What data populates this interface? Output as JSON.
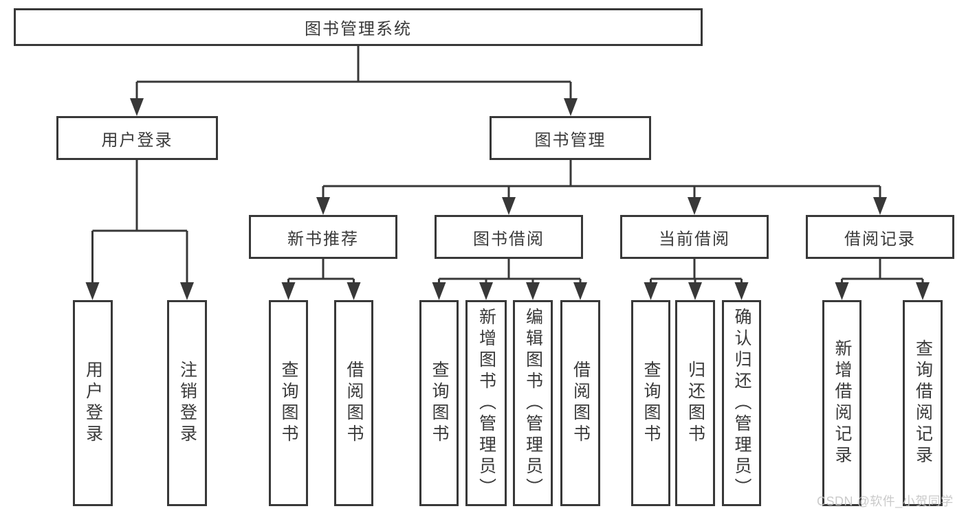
{
  "diagram": {
    "type": "hierarchy-tree",
    "title": "图书管理系统",
    "children": [
      {
        "label": "用户登录",
        "children": [
          {
            "label": "用户登录"
          },
          {
            "label": "注销登录"
          }
        ]
      },
      {
        "label": "图书管理",
        "children": [
          {
            "label": "新书推荐",
            "children": [
              {
                "label": "查询图书"
              },
              {
                "label": "借阅图书"
              }
            ]
          },
          {
            "label": "图书借阅",
            "children": [
              {
                "label": "查询图书"
              },
              {
                "label": "新增图书（管理员）"
              },
              {
                "label": "编辑图书（管理员）"
              },
              {
                "label": "借阅图书"
              }
            ]
          },
          {
            "label": "当前借阅",
            "children": [
              {
                "label": "查询图书"
              },
              {
                "label": "归还图书"
              },
              {
                "label": "确认归还（管理员）"
              }
            ]
          },
          {
            "label": "借阅记录",
            "children": [
              {
                "label": "新增借阅记录"
              },
              {
                "label": "查询借阅记录"
              }
            ]
          }
        ]
      }
    ],
    "colors": {
      "line": "#383838",
      "text": "#3a3a3a",
      "background": "#ffffff",
      "watermark": "#c5c5c5"
    }
  },
  "watermark": {
    "text": "CSDN @软件_小贺同学"
  }
}
